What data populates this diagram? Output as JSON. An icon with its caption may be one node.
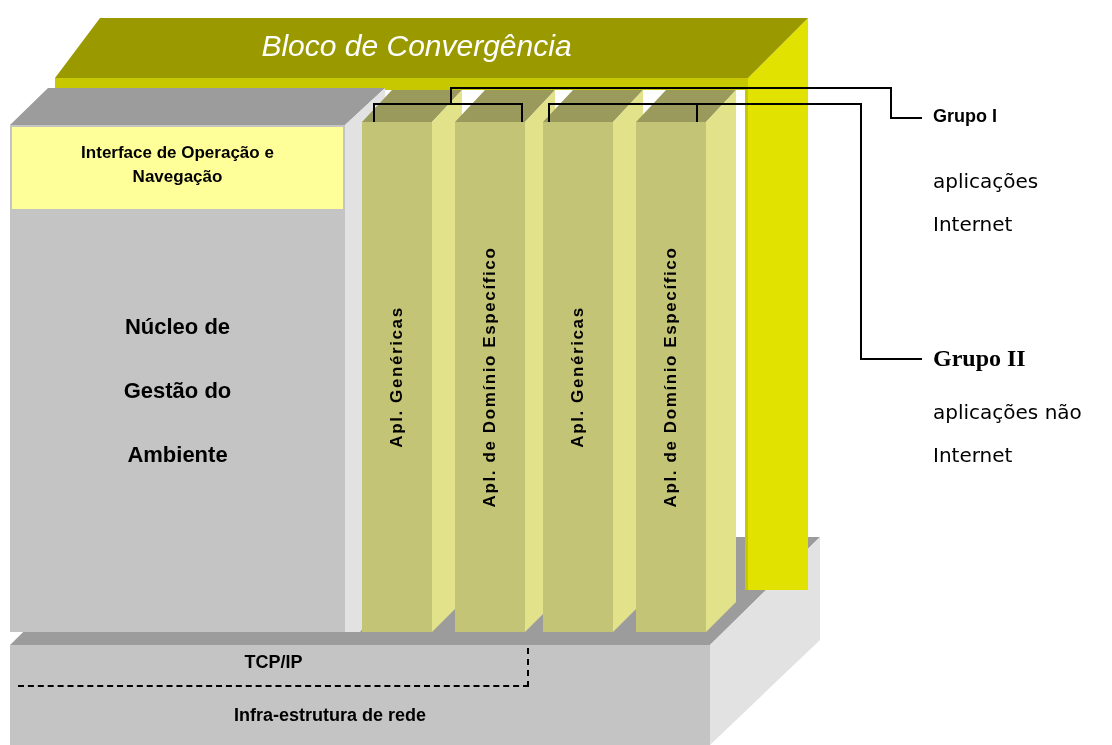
{
  "diagram": {
    "nodes": [
      {
        "text": [
          "Bloco de Convergência"
        ]
      },
      {
        "text": [
          "Núcleo de Gestão do Ambiente"
        ]
      },
      {
        "text": [
          "Interface de Operação e Navegação"
        ],
        "in": 1
      },
      {
        "text": [
          "Apl. Genéricas"
        ]
      },
      {
        "text": [
          "Apl. de Domínio Específico"
        ]
      },
      {
        "text": [
          "Apl. Genéricas"
        ]
      },
      {
        "text": [
          "Apl. de Domínio Específico"
        ]
      },
      {
        "text": [
          "Infra-estrutura de rede"
        ]
      },
      {
        "text": [
          "TCP/IP"
        ],
        "in": 7
      },
      {
        "text": [
          "Grupo I"
        ],
        "beside": [
          "aplicações Internet"
        ]
      },
      {
        "text": [
          "Grupo II"
        ],
        "beside": [
          "aplicações não Internet"
        ]
      }
    ],
    "edges": [
      {
        "from": 9,
        "to": 3,
        "arrow": "none"
      },
      {
        "from": 9,
        "to": 4,
        "arrow": "none"
      },
      {
        "from": 10,
        "to": 5,
        "arrow": "none"
      },
      {
        "from": 10,
        "to": 6,
        "arrow": "none"
      }
    ]
  }
}
